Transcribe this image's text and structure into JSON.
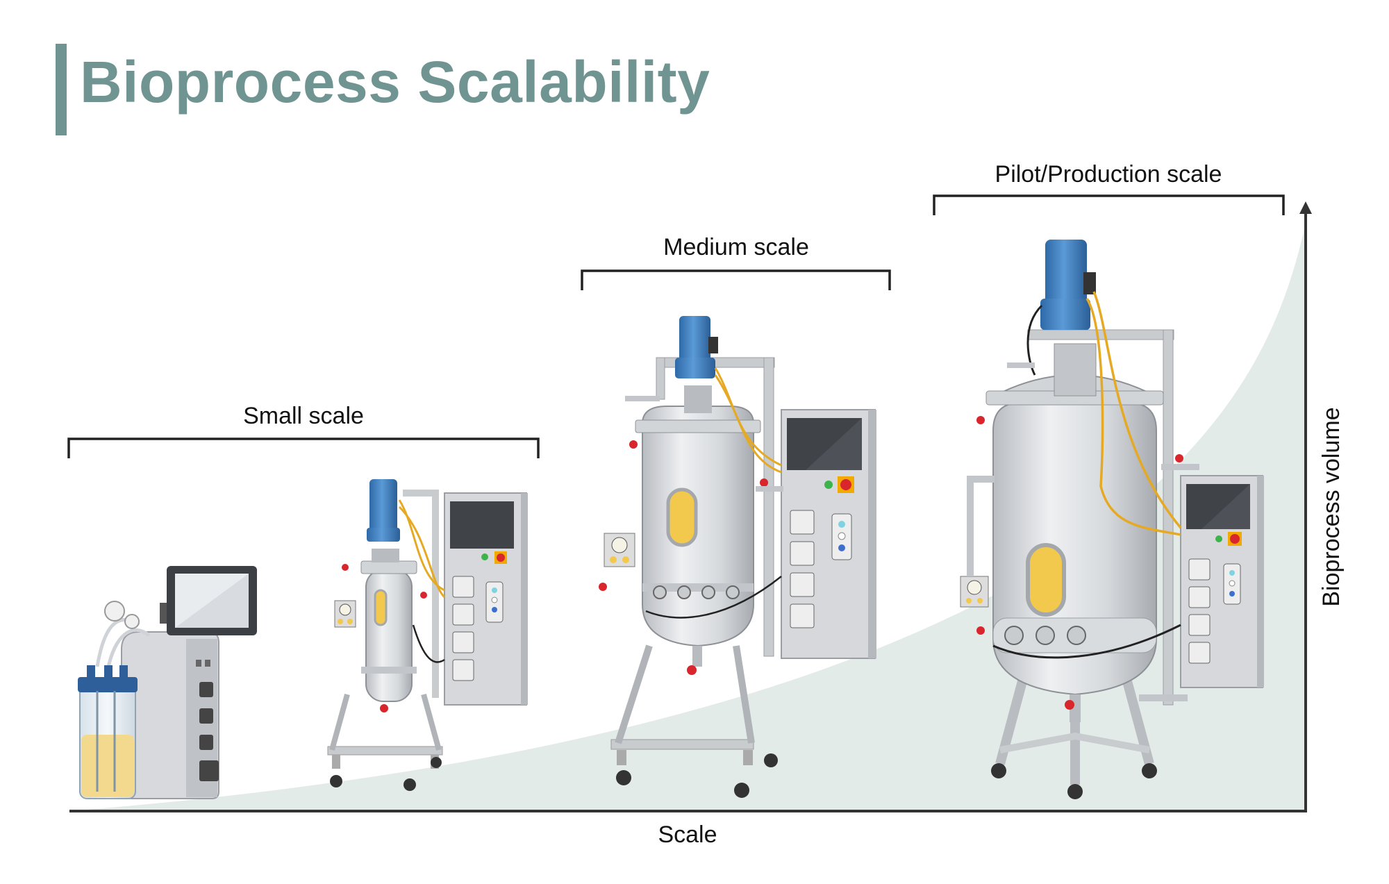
{
  "title": "Bioprocess Scalability",
  "colors": {
    "title": "#6f9491",
    "curve_fill": "#e3ebe9",
    "axis": "#333333",
    "motor_blue": "#3d7fc1",
    "steel_light": "#e4e6e8",
    "steel_mid": "#c4c7cb",
    "steel_dark": "#8d9196",
    "window_yellow": "#f2c94c",
    "valve_red": "#d9262c",
    "screen_dark": "#4a4d52",
    "cable_yellow": "#e5a923"
  },
  "groups": [
    {
      "label": "Small scale"
    },
    {
      "label": "Medium scale"
    },
    {
      "label": "Pilot/Production scale"
    }
  ],
  "axes": {
    "x_label": "Scale",
    "y_label": "Bioprocess volume"
  },
  "equipment": [
    {
      "icon": "benchtop-bioreactor-icon"
    },
    {
      "icon": "small-stainless-bioreactor-icon"
    },
    {
      "icon": "medium-bioreactor-icon"
    },
    {
      "icon": "production-bioreactor-icon"
    }
  ]
}
